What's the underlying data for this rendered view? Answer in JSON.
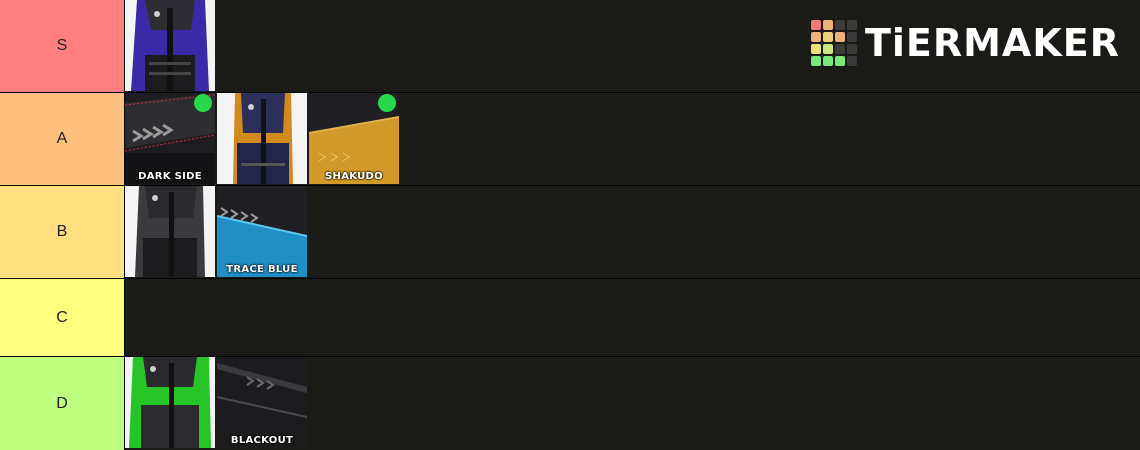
{
  "logo": {
    "text": "TiERMAKER",
    "grid_colors": [
      "#f07a7a",
      "#f0b07a",
      "#2a2a2a",
      "#2a2a2a",
      "#f0b07a",
      "#f0d07a",
      "#f0b07a",
      "#2a2a2a",
      "#f0e07a",
      "#c8e87a",
      "#2a2a2a",
      "#2a2a2a",
      "#7ae87a",
      "#7ae87a",
      "#7ae87a",
      "#2a2a2a"
    ]
  },
  "tiers": [
    {
      "label": "S",
      "color": "#ff7f7f",
      "items": [
        {
          "name": "purple-backpack",
          "caption": ""
        }
      ]
    },
    {
      "label": "A",
      "color": "#ffbf7f",
      "items": [
        {
          "name": "dark-side-backpack",
          "caption": "DARK SIDE"
        },
        {
          "name": "orange-navy-backpack",
          "caption": ""
        },
        {
          "name": "shakudo-backpack",
          "caption": "SHAKUDO"
        }
      ]
    },
    {
      "label": "B",
      "color": "#ffdf7f",
      "items": [
        {
          "name": "grey-backpack",
          "caption": ""
        },
        {
          "name": "trace-blue-backpack",
          "caption": "TRACE BLUE"
        }
      ]
    },
    {
      "label": "C",
      "color": "#ffff7f",
      "items": []
    },
    {
      "label": "D",
      "color": "#bfff7f",
      "items": [
        {
          "name": "green-backpack",
          "caption": ""
        },
        {
          "name": "blackout-backpack",
          "caption": "BLACKOUT"
        }
      ]
    }
  ]
}
